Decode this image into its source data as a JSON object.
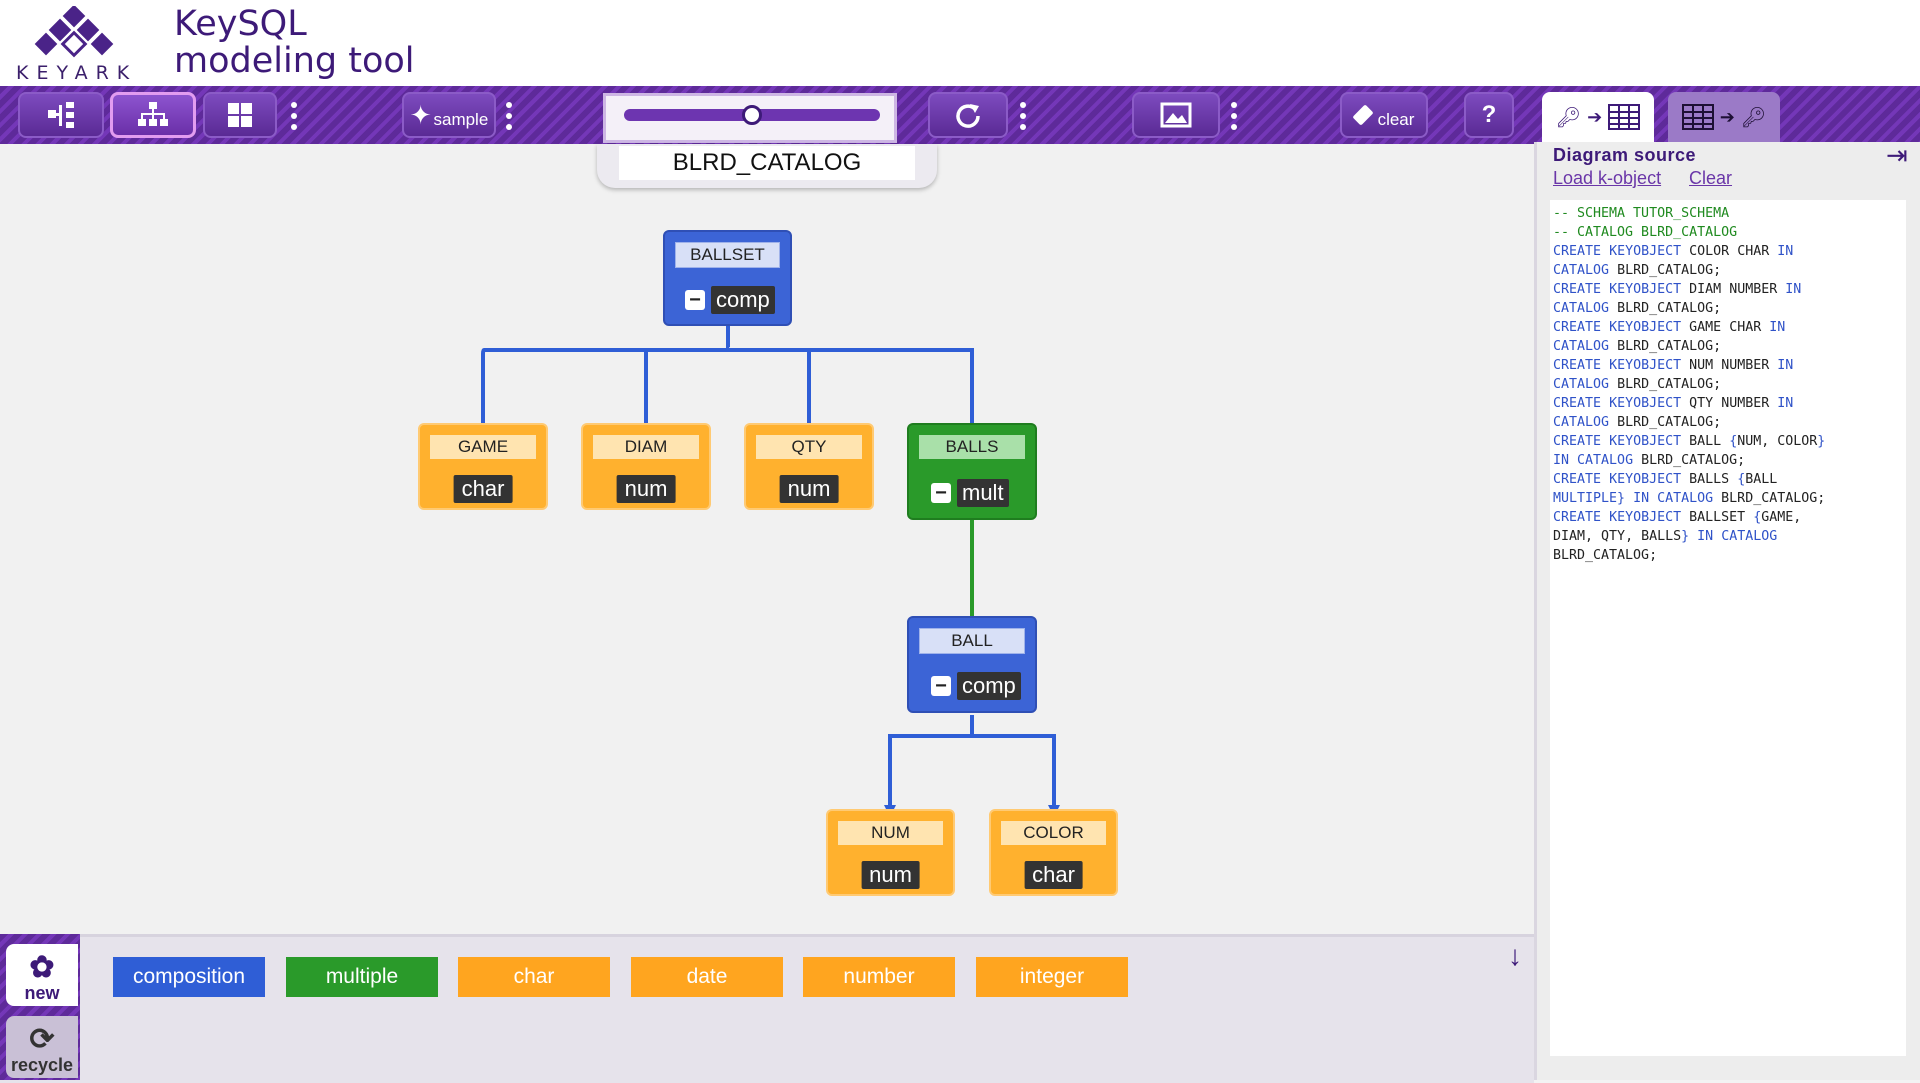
{
  "app": {
    "logo_text": "KEYARK",
    "title_line1": "KeySQL",
    "title_line2": "modeling tool"
  },
  "toolbar": {
    "sample_label": "sample",
    "clear_label": "clear",
    "help_label": "?",
    "zoom_level": 0.5
  },
  "catalog": {
    "name": "BLRD_CATALOG"
  },
  "nodes": {
    "ballset": {
      "name": "BALLSET",
      "type": "comp"
    },
    "game": {
      "name": "GAME",
      "type": "char"
    },
    "diam": {
      "name": "DIAM",
      "type": "num"
    },
    "qty": {
      "name": "QTY",
      "type": "num"
    },
    "balls": {
      "name": "BALLS",
      "type": "mult"
    },
    "ball": {
      "name": "BALL",
      "type": "comp"
    },
    "num": {
      "name": "NUM",
      "type": "num"
    },
    "color": {
      "name": "COLOR",
      "type": "char"
    }
  },
  "palette": {
    "items": [
      "composition",
      "multiple",
      "char",
      "date",
      "number",
      "integer"
    ],
    "new_label": "new",
    "recycle_label": "recycle"
  },
  "panel": {
    "title": "Diagram source",
    "load_link": "Load k-object",
    "clear_link": "Clear",
    "source_lines": [
      "-- SCHEMA TUTOR_SCHEMA",
      "-- CATALOG BLRD_CATALOG",
      "CREATE KEYOBJECT COLOR CHAR IN",
      "CATALOG BLRD_CATALOG;",
      "CREATE KEYOBJECT DIAM NUMBER IN",
      "CATALOG BLRD_CATALOG;",
      "CREATE KEYOBJECT GAME CHAR IN",
      "CATALOG BLRD_CATALOG;",
      "CREATE KEYOBJECT NUM NUMBER IN",
      "CATALOG BLRD_CATALOG;",
      "CREATE KEYOBJECT QTY NUMBER IN",
      "CATALOG BLRD_CATALOG;",
      "CREATE KEYOBJECT BALL {NUM, COLOR}",
      "IN CATALOG BLRD_CATALOG;",
      "CREATE KEYOBJECT BALLS {BALL",
      "MULTIPLE} IN CATALOG BLRD_CATALOG;",
      "CREATE KEYOBJECT BALLSET {GAME,",
      "DIAM, QTY, BALLS} IN CATALOG",
      "BLRD_CATALOG;"
    ]
  },
  "colors": {
    "brand": "#5e2a9a",
    "composition": "#3c64d6",
    "multiple": "#2a9a2a",
    "scalar": "#ffb12e"
  }
}
